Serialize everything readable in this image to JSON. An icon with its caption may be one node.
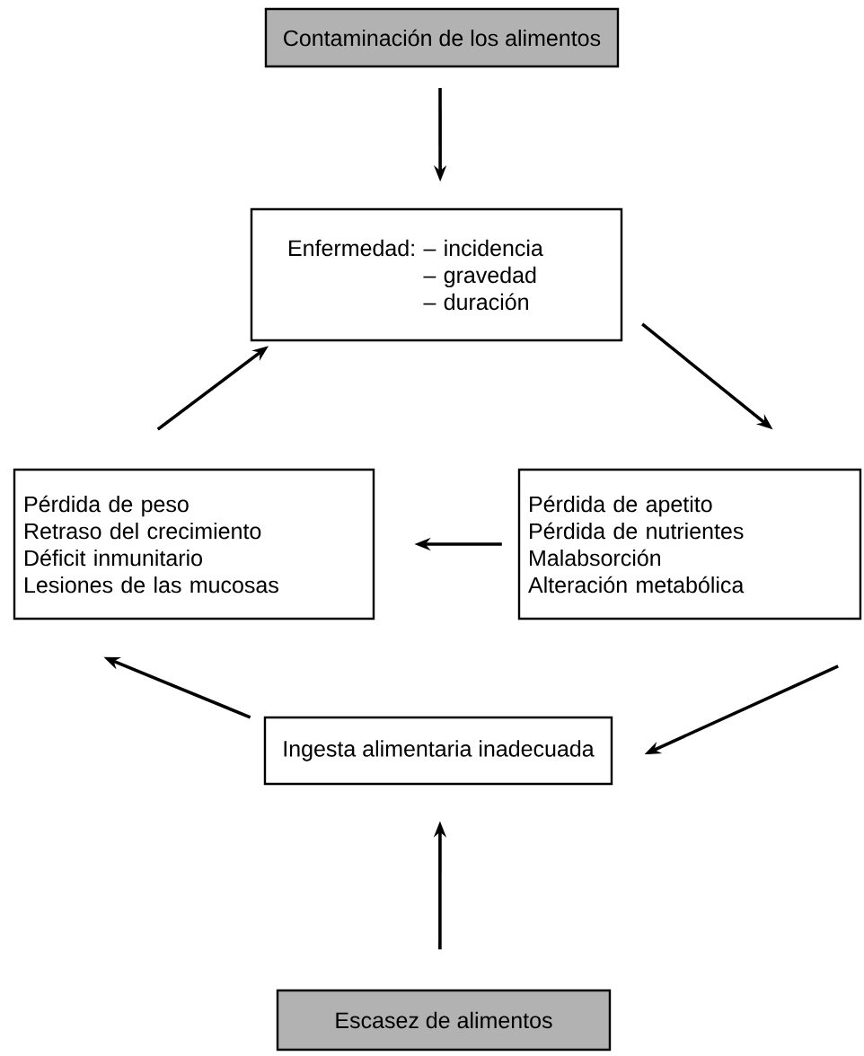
{
  "diagram": {
    "nodes": [
      {
        "text": [
          "Contaminación de los alimentos"
        ]
      },
      {
        "text": [
          "Enfermedad:",
          "– incidencia – gravedad – duración"
        ]
      },
      {
        "text": [
          "Pérdida de peso",
          "Retraso del crecimiento",
          "Déficit inmunitario",
          "Lesiones de las mucosas"
        ]
      },
      {
        "text": [
          "Pérdida de apetito",
          "Pérdida de nutrientes",
          "Malabsorción",
          "Alteración metabólica"
        ]
      },
      {
        "text": [
          "Ingesta alimentaria inadecuada"
        ]
      },
      {
        "text": [
          "Escasez de alimentos"
        ]
      }
    ],
    "edges": [
      {
        "from": 0,
        "to": 1,
        "arrow": "to"
      },
      {
        "from": 1,
        "to": 3,
        "arrow": "to"
      },
      {
        "from": 3,
        "to": 2,
        "arrow": "to"
      },
      {
        "from": 3,
        "to": 4,
        "arrow": "to"
      },
      {
        "from": 4,
        "to": 2,
        "arrow": "to"
      },
      {
        "from": 2,
        "to": 1,
        "arrow": "to"
      },
      {
        "from": 5,
        "to": 4,
        "arrow": "to"
      }
    ]
  }
}
